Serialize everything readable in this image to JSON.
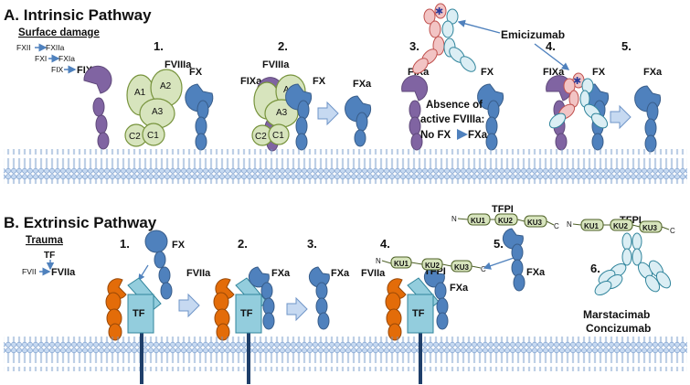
{
  "panelA": {
    "title": "A. Intrinsic Pathway",
    "trigger": "Surface damage",
    "cascade": {
      "fxii": "FXII",
      "fxiia": "FXIIa",
      "fxi": "FXI",
      "fxia": "FXIa",
      "fix": "FIX",
      "fixa": "FIXa"
    },
    "steps": [
      "1.",
      "2.",
      "3.",
      "4.",
      "5."
    ],
    "labels": {
      "fviiia": "FVIIIa",
      "fx": "FX",
      "fixa": "FIXa",
      "fxa": "FXa",
      "emicizumab": "Emicizumab",
      "absence_line1": "Absence of",
      "absence_line2": "active FVIIIa:",
      "absence_line3_a": "No FX",
      "absence_line3_b": "FXa"
    },
    "domains": {
      "a1": "A1",
      "a2": "A2",
      "a3": "A3",
      "c1": "C1",
      "c2": "C2"
    }
  },
  "panelB": {
    "title": "B. Extrinsic Pathway",
    "trigger": "Trauma",
    "cascade": {
      "tf": "TF",
      "fvii": "FVII",
      "fviia": "FVIIa"
    },
    "steps": [
      "1.",
      "2.",
      "3.",
      "4.",
      "5.",
      "6."
    ],
    "labels": {
      "fx": "FX",
      "fviia": "FVIIa",
      "fxa": "FXa",
      "tf": "TF",
      "tfpi": "TFPI",
      "ku1": "KU1",
      "ku2": "KU2",
      "ku3": "KU3",
      "n_term": "N",
      "c_term": "C",
      "drug1": "Marstacimab",
      "drug2": "Concizumab"
    }
  },
  "colors": {
    "fixa": "#8064a2",
    "fx": "#4f81bd",
    "fviii": "#d7e4bd",
    "fviii_stroke": "#77933c",
    "fviia": "#e36c09",
    "tf": "#93cddd",
    "tf_stroke": "#31859c",
    "membrane": "#b9cde5",
    "arrow": "#c6d9f1",
    "antibody_light": "#dbeef4",
    "antibody_pink": "#f2c4c4"
  }
}
